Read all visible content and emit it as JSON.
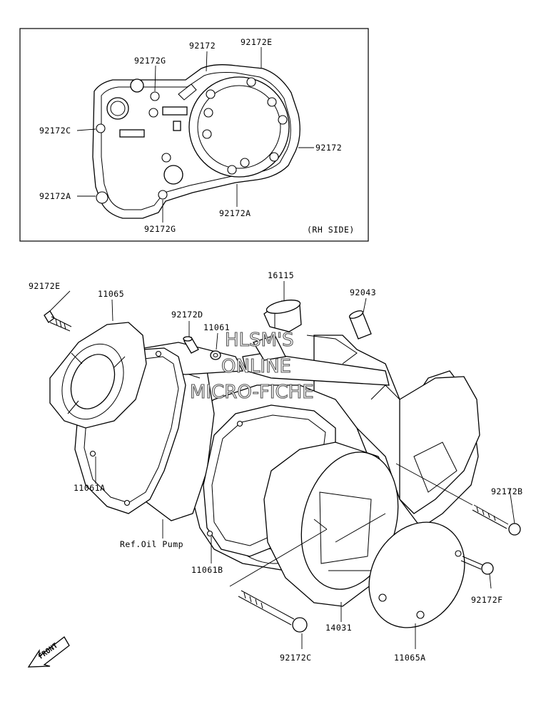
{
  "inset": {
    "side_note": "(RH SIDE)",
    "labels": {
      "p92172_top": "92172",
      "p92172E_top": "92172E",
      "p92172G_top": "92172G",
      "p92172C_left": "92172C",
      "p92172_right": "92172",
      "p92172A_left": "92172A",
      "p92172A_bottom": "92172A",
      "p92172G_bottom": "92172G"
    }
  },
  "main": {
    "labels": {
      "p92172E": "92172E",
      "p11065": "11065",
      "p16115": "16115",
      "p92043": "92043",
      "p92172D": "92172D",
      "p11061": "11061",
      "p11061A": "11061A",
      "ref_oil_pump": "Ref.Oil Pump",
      "p11061B": "11061B",
      "p92172B": "92172B",
      "p92172F": "92172F",
      "p14031": "14031",
      "p92172C": "92172C",
      "p11065A": "11065A"
    },
    "front_arrow": "FRONT"
  },
  "watermark": [
    "HLSM'S",
    "ONLINE",
    "MICRO-FICHE"
  ]
}
